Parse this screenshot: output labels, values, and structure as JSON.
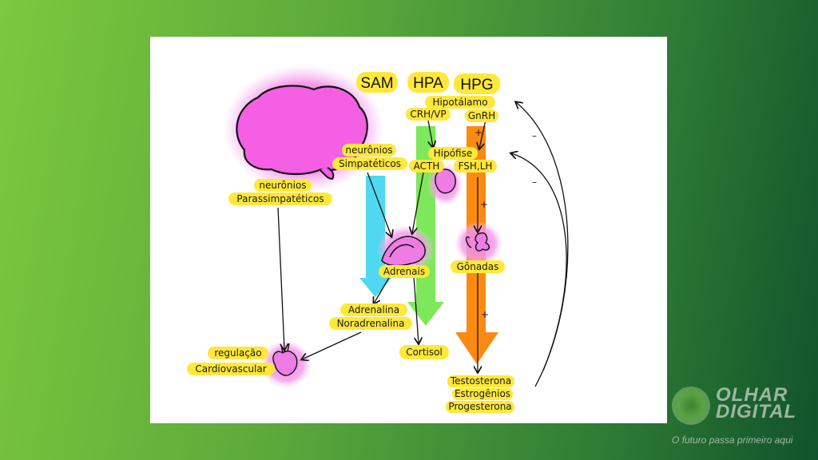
{
  "axes": {
    "sam": "SAM",
    "hpa": "HPA",
    "hpg": "HPG"
  },
  "labels": {
    "hipotalamo": "Hipotálamo",
    "crh_vp": "CRH/VP",
    "gnrh": "GnRH",
    "hipofise": "Hipófise",
    "acth": "ACTH",
    "fsh_lh": "FSH,LH",
    "neuronios_simpaticos": [
      "neurônios",
      "Simpatéticos"
    ],
    "neuronios_parassimpaticos": [
      "neurônios",
      "Parassimpatéticos"
    ],
    "adrenais": "Adrenais",
    "gonadas": "Gônadas",
    "catecolaminas": [
      "Adrenalina",
      "Noradrenalina"
    ],
    "cortisol": "Cortisol",
    "regulacao": [
      "regulação",
      "Cardiovascular"
    ],
    "hormonios_sexuais": [
      "Testosterona",
      "Estrogênios",
      "Progesterona"
    ]
  },
  "signs": {
    "plus": "+",
    "minus": "–"
  },
  "colors": {
    "highlight": "#ffe83a",
    "sam_arrow": "#4fd8f0",
    "hpa_arrow": "#7ee85a",
    "hpg_arrow": "#fb8a12",
    "organ_fill": "#f08ce8"
  },
  "brand": {
    "title": [
      "OLHAR",
      "DIGITAL"
    ],
    "slogan": "O futuro passa primeiro aqui"
  }
}
